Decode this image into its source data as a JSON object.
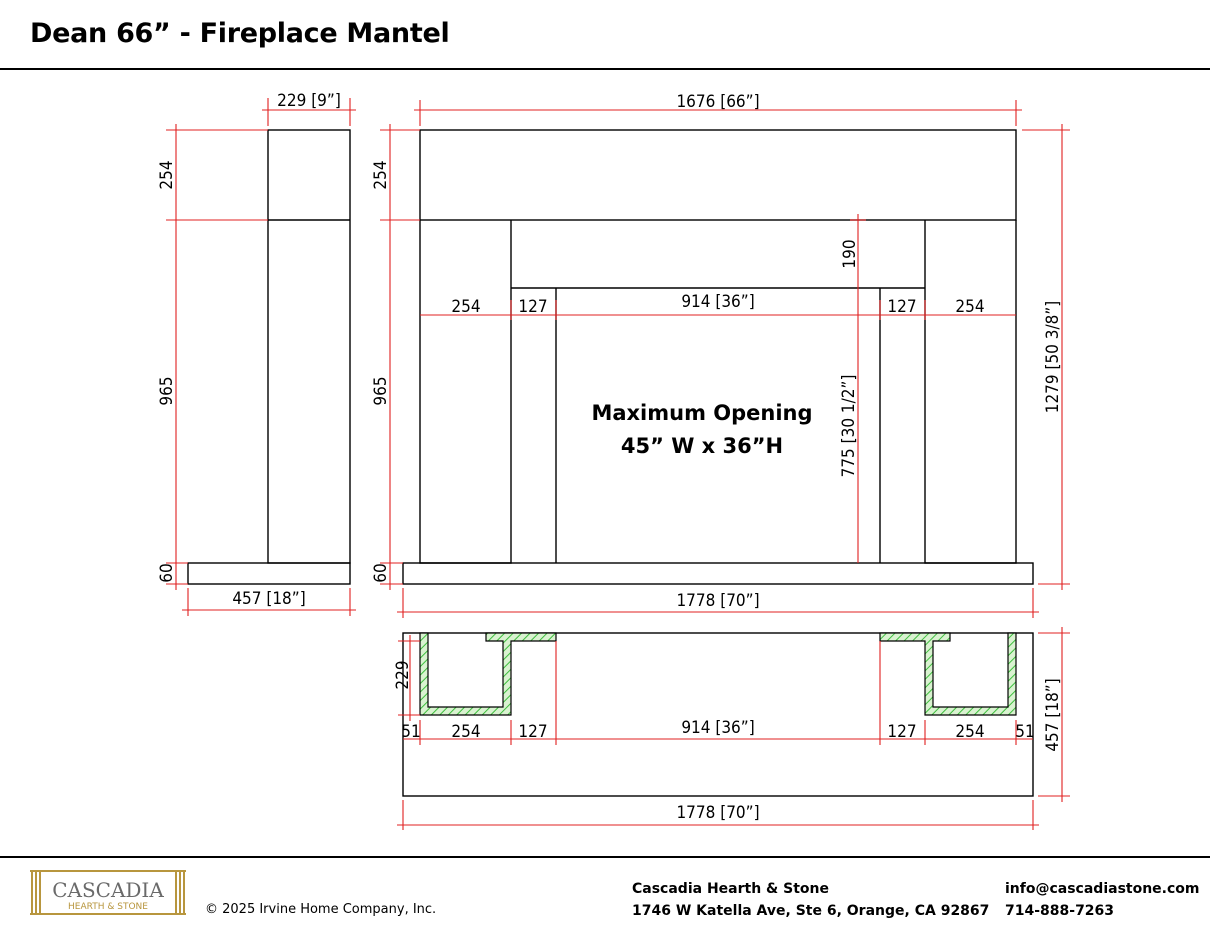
{
  "title": "Dean 66” - Fireplace Mantel",
  "colors": {
    "outline": "#000000",
    "dimension": "#e02020",
    "hatch": "#3fbf3f",
    "hatch_fill": "#d9f2d0",
    "brand_gold": "#b8963e",
    "brand_gray": "#6a6a6a"
  },
  "side_view": {
    "width_label": "229 [9”]",
    "top_height": "254",
    "body_height": "965",
    "base_height": "60",
    "base_depth": "457 [18”]"
  },
  "front_view": {
    "overall_width": "1676 [66”]",
    "top_height": "254",
    "body_height": "965",
    "base_height": "60",
    "overall_height": "1279 [50 3/8”]",
    "header_height": "190",
    "leg_outer": "254",
    "leg_inner": "127",
    "opening_width": "914 [36”]",
    "leg_inner_right": "127",
    "leg_outer_right": "254",
    "opening_height": "775 [30 1/2”]",
    "callout_line1": "Maximum Opening",
    "callout_line2": "45” W x 36”H",
    "base_width": "1778 [70”]"
  },
  "plan_view": {
    "leg_depth": "229",
    "wall_left": "51",
    "leg_outer": "254",
    "leg_inner": "127",
    "opening_width": "914 [36”]",
    "leg_inner_right": "127",
    "leg_outer_right": "254",
    "wall_right": "51",
    "overall_depth": "457 [18”]",
    "base_width": "1778 [70”]"
  },
  "footer": {
    "logo_name": "CASCADIA",
    "logo_sub": "HEARTH & STONE",
    "copyright": "© 2025 Irvine Home Company, Inc.",
    "company_name": "Cascadia Hearth & Stone",
    "address": "1746 W Katella Ave, Ste 6, Orange, CA 92867",
    "email": "info@cascadiastone.com",
    "phone": "714-888-7263"
  }
}
